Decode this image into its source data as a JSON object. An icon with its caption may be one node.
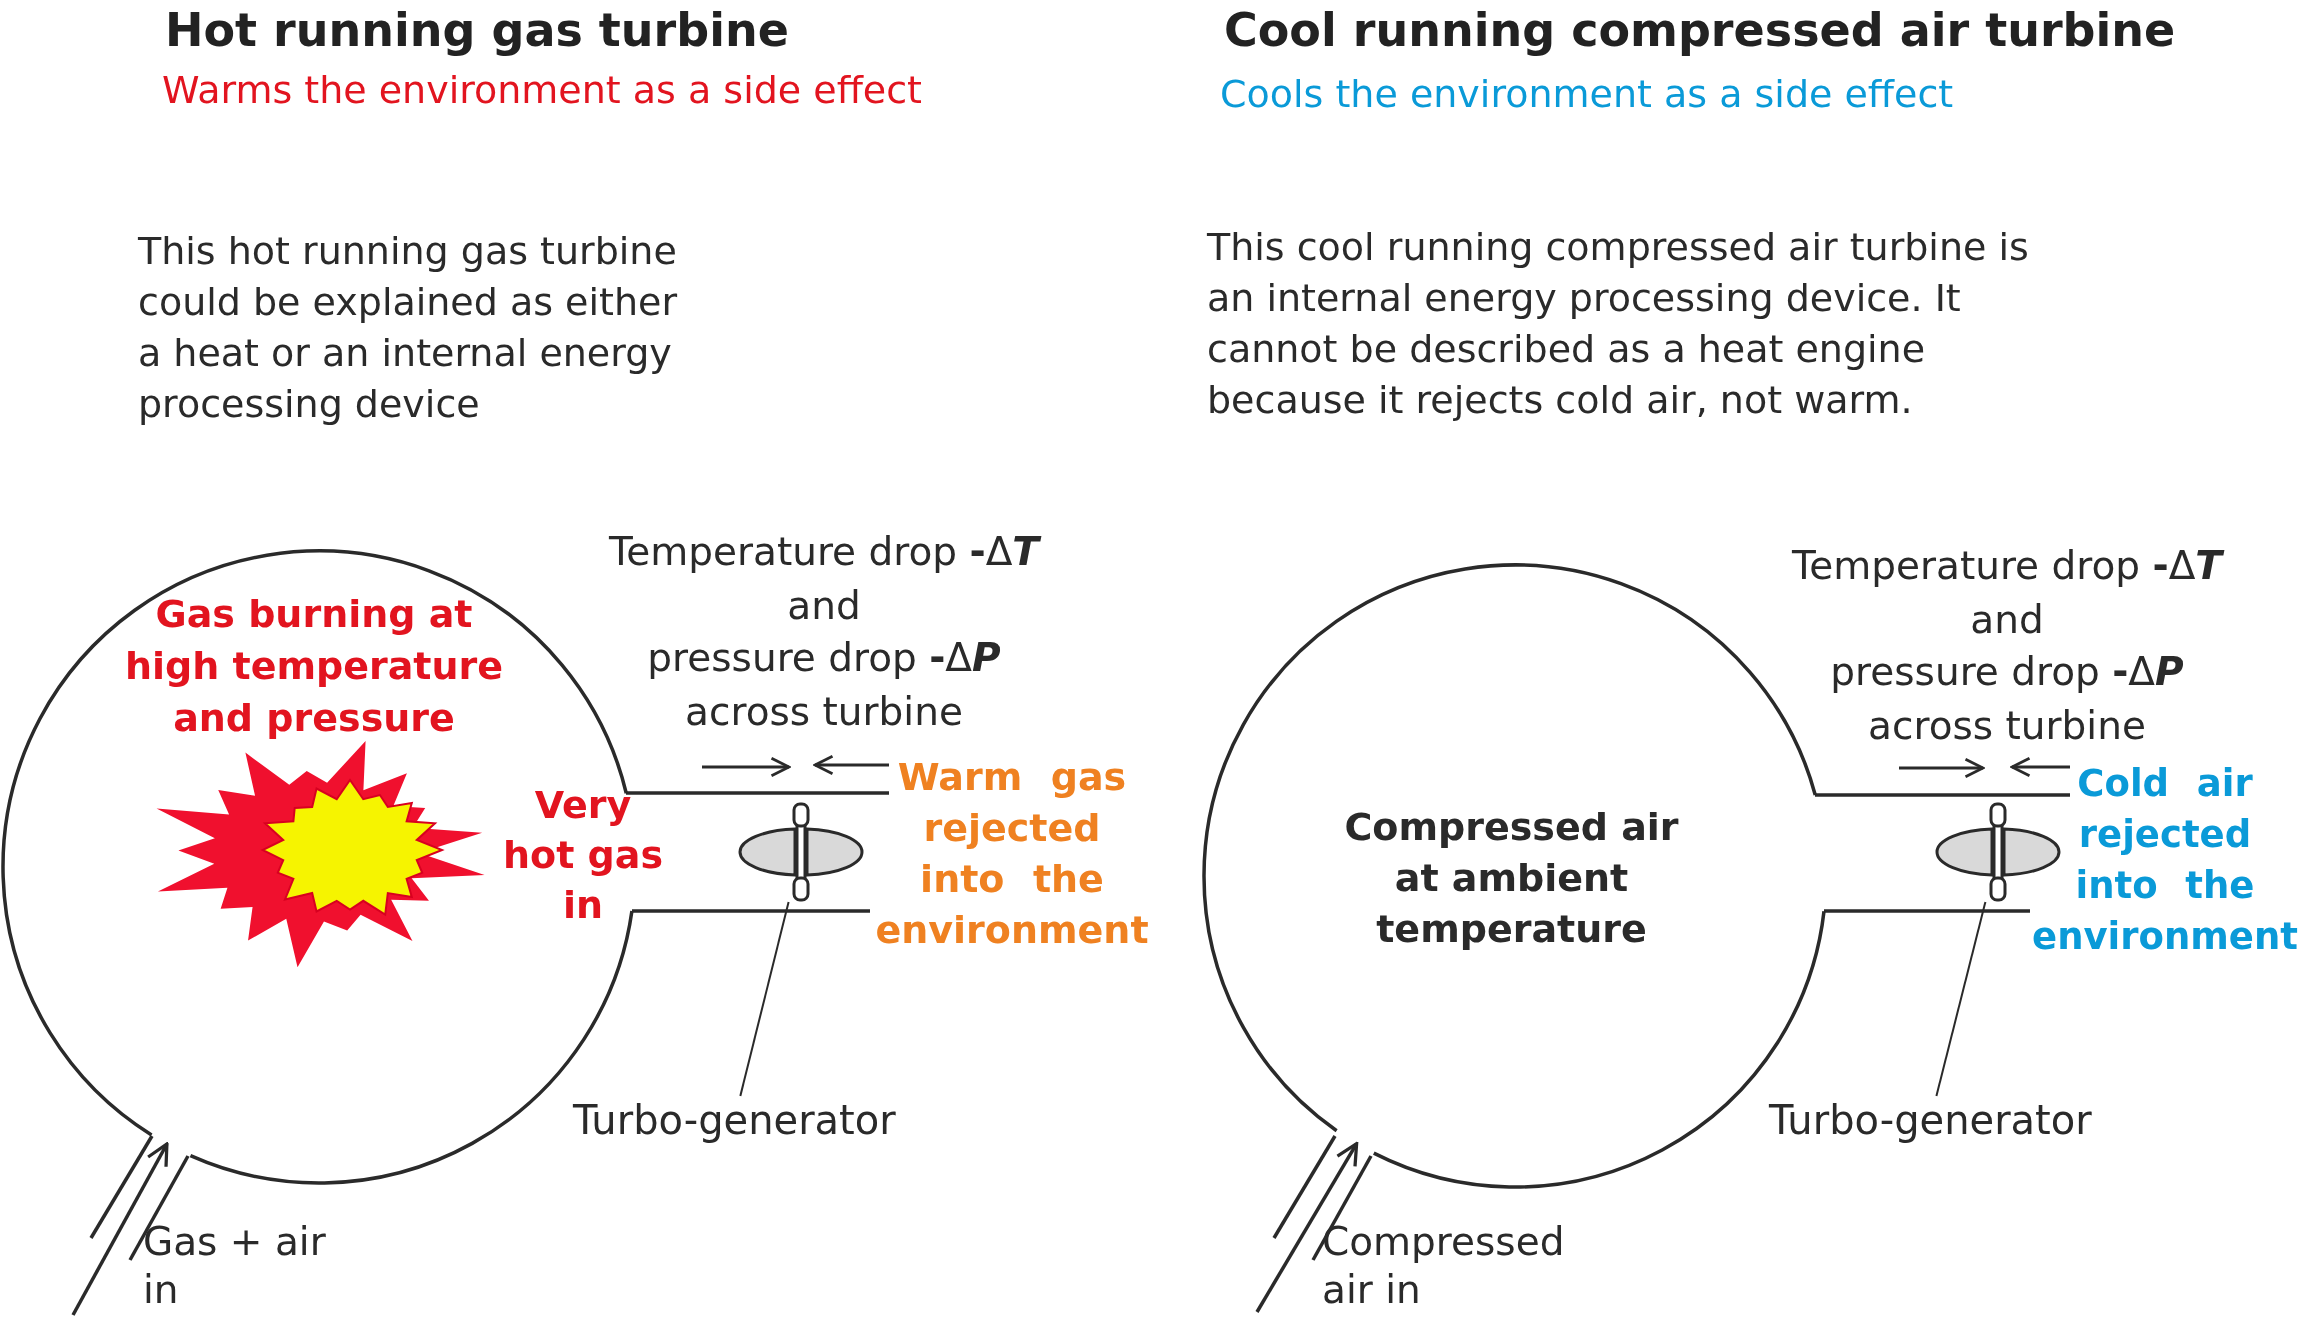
{
  "diagram": {
    "nodes": [
      {
        "text": [
          "Gas burning at high temperature and pressure",
          "Very hot gas in"
        ]
      },
      {
        "text": [],
        "shape": "picture"
      },
      {
        "text": [
          "Turbo-generator"
        ]
      },
      {
        "text": [
          "Compressed air at ambient temperature"
        ]
      },
      {
        "text": [],
        "shape": "picture"
      },
      {
        "text": [
          "Turbo-generator"
        ]
      }
    ],
    "edges": [
      {
        "from": 2,
        "to": 1,
        "arrow": "none"
      },
      {
        "from": null,
        "to": 0,
        "arrow": "to"
      },
      {
        "from": 5,
        "to": 4,
        "arrow": "none"
      },
      {
        "from": null,
        "to": 3,
        "arrow": "to"
      }
    ],
    "labels": [
      "Hot running gas turbine",
      "Warms the environment as a side effect",
      "This hot running gas turbine could be explained as either a heat or an internal energy processing device",
      "Temperature drop **-**Δ**T**",
      "and",
      "pressure drop **-**Δ**P**",
      "across turbine",
      "Warm gas rejected into the environment",
      "Gas + air in",
      "Cool running compressed air turbine",
      "Cools the environment as a side effect",
      "This cool running compressed air turbine is an internal energy processing device. It cannot be described as a heat engine because it rejects cold air, not warm.",
      "Temperature drop **-**Δ**T**",
      "and",
      "pressure drop **-**Δ**P**",
      "across turbine",
      "Cold air rejected into the environment",
      "Compressed air in"
    ]
  }
}
